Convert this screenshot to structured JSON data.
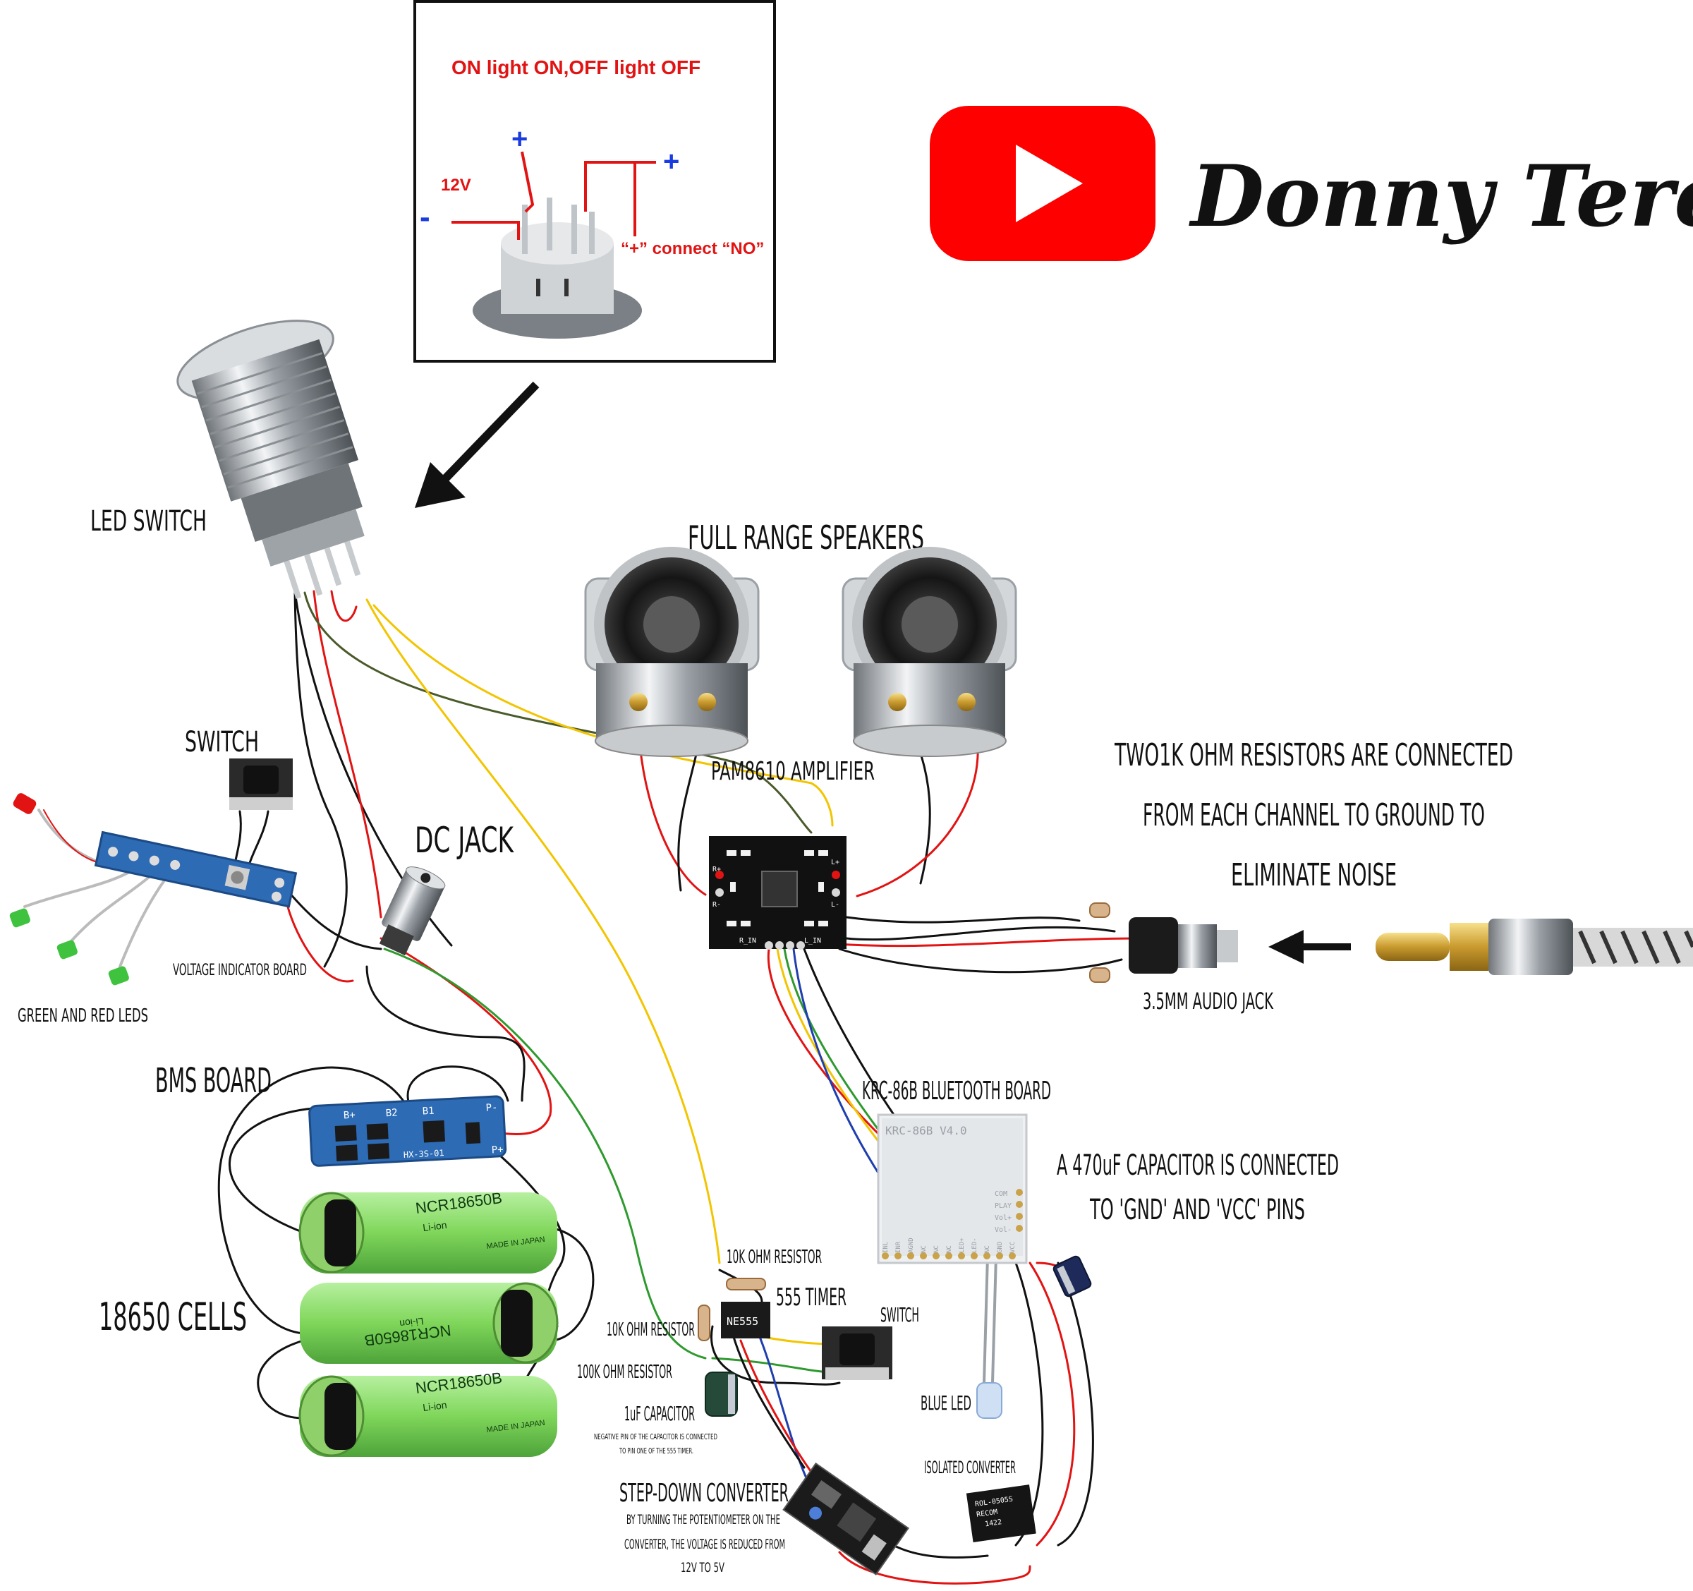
{
  "brand": {
    "channel_name": "Donny Terek",
    "logo": "youtube-play-logo",
    "logo_color": "#ff0000"
  },
  "inset": {
    "title": "ON light ON,OFF light OFF",
    "voltage": "12V",
    "minus": "-",
    "plus_a": "+",
    "plus_b": "+",
    "note": "“+” connect “NO”"
  },
  "labels": {
    "led_switch": "LED SWITCH",
    "speakers": "FULL RANGE SPEAKERS",
    "amplifier": "PAM8610 AMPLIFIER",
    "resistors_note": [
      "TWO1K OHM RESISTORS ARE CONNECTED",
      "FROM EACH CHANNEL TO GROUND TO",
      "ELIMINATE NOISE"
    ],
    "switch_top": "SWITCH",
    "dc_jack": "DC JACK",
    "voltage_board": "VOLTAGE INDICATOR BOARD",
    "leds": "GREEN AND RED LEDS",
    "audio_jack": "3.5MM AUDIO JACK",
    "bms": "BMS BOARD",
    "bluetooth": "KRC-86B BLUETOOTH BOARD",
    "capacitor_note": [
      "A 470uF CAPACITOR IS CONNECTED",
      "TO 'GND' AND 'VCC' PINS"
    ],
    "cells": "18650 CELLS",
    "r10k_top": "10K OHM RESISTOR",
    "timer": "555 TIMER",
    "switch_bottom": "SWITCH",
    "r10k_left": "10K OHM RESISTOR",
    "r100k": "100K OHM RESISTOR",
    "cap1uf": "1uF CAPACITOR",
    "cap1uf_note": [
      "NEGATIVE PIN OF THE CAPACITOR IS CONNECTED",
      "TO PIN ONE OF THE 555 TIMER."
    ],
    "blue_led": "BLUE LED",
    "isolated": "ISOLATED CONVERTER",
    "stepdown": "STEP-DOWN CONVERTER",
    "stepdown_note": [
      "BY TURNING THE POTENTIOMETER ON THE",
      "CONVERTER, THE VOLTAGE IS REDUCED FROM",
      "12V TO 5V"
    ]
  },
  "component_text": {
    "bt_board": "KRC-86B V4.0",
    "bt_pins_right": [
      "COM",
      "PLAY",
      "Vol+",
      "Vol-"
    ],
    "bt_pins_bottom": [
      "INL",
      "INR",
      "AGND",
      "NC",
      "NC",
      "NC",
      "LED+",
      "LED-",
      "NC",
      "GND",
      "VCC"
    ],
    "bms_board": "HX-3S-01",
    "bms_pads": [
      "B+",
      "B2",
      "B1",
      "P-",
      "P+"
    ],
    "amp_pins": [
      "R+",
      "R-",
      "L+",
      "L-",
      "R_IN",
      "L_IN"
    ],
    "timer_chip": "NE555",
    "iso_lines": [
      "ROL-0505S",
      "RECOM",
      "1422"
    ],
    "cell_brand": "NCR18650B",
    "cell_sub": "Li-ion",
    "cell_origin": "MADE IN JAPAN"
  },
  "colors": {
    "wire_red": "#e21313",
    "wire_black": "#111111",
    "wire_yellow": "#f2c500",
    "wire_green": "#2e9a2e",
    "wire_blue": "#1f3fb0",
    "wire_olive": "#4a5a2a",
    "cell_green": "#8ee06a",
    "bms_blue": "#2d6bb5"
  }
}
